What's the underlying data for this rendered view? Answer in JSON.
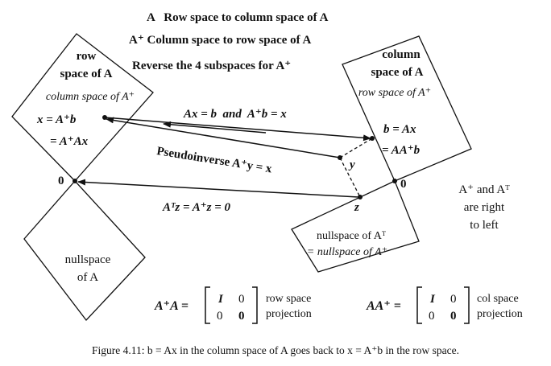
{
  "header": {
    "line1": "A   Row space to column space of A",
    "line2": "A⁺ Column space to row space of A",
    "line3": "Reverse the 4 subspaces for A⁺"
  },
  "row_space": {
    "title1": "row",
    "title2": "space of A",
    "subtitle": "column space of A⁺",
    "eq1": "x = A⁺b",
    "eq2": "= A⁺Ax"
  },
  "column_space": {
    "title1": "column",
    "title2": "space of A",
    "subtitle": "row space of A⁺",
    "eq1": "b = Ax",
    "eq2": "= AA⁺b"
  },
  "left_nullspace": {
    "title1": "nullspace of Aᵀ",
    "title2": "= nullspace of A⁺"
  },
  "nullspace": {
    "title1": "nullspace",
    "title2": "of A"
  },
  "arrows": {
    "top_label": "Ax = b  and  A⁺b = x",
    "middle_label": "Pseudoinverse A⁺y = x",
    "bottom_label": "Aᵀz = A⁺z = 0"
  },
  "points": {
    "y": "y",
    "z": "z",
    "zero_left": "0",
    "zero_right": "0"
  },
  "note": {
    "line1": "A⁺ and Aᵀ",
    "line2": "are right",
    "line3": "to left"
  },
  "projections": {
    "left_lhs": "A⁺A =",
    "left_matrix": [
      "I",
      "0",
      "0",
      "0"
    ],
    "left_label1": "row space",
    "left_label2": "projection",
    "right_lhs": "AA⁺ =",
    "right_matrix": [
      "I",
      "0",
      "0",
      "0"
    ],
    "right_label1": "col space",
    "right_label2": "projection"
  },
  "caption": "Figure 4.11: b = Ax in the column space of A goes back to x = A⁺b in the row space."
}
